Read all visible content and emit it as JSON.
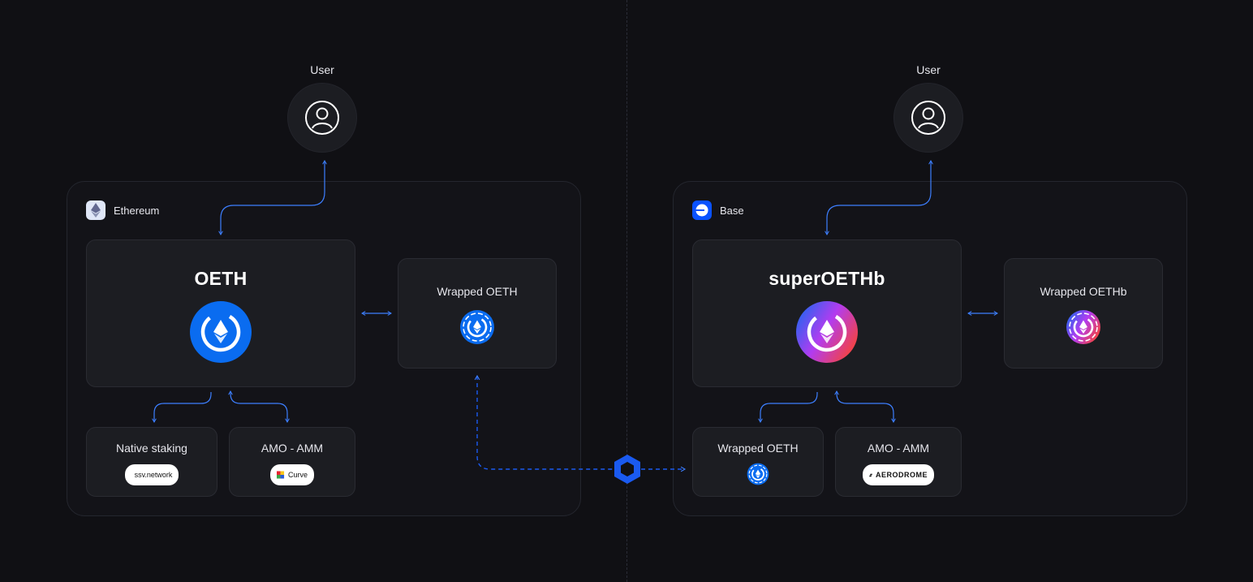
{
  "left": {
    "user_label": "User",
    "chain_label": "Ethereum",
    "main_card": {
      "title": "OETH"
    },
    "wrapped_card": {
      "title": "Wrapped OETH"
    },
    "strategies": [
      {
        "title": "Native staking",
        "badge": "ssv.network"
      },
      {
        "title": "AMO - AMM",
        "badge": "Curve"
      }
    ]
  },
  "right": {
    "user_label": "User",
    "chain_label": "Base",
    "main_card": {
      "title": "superOETHb"
    },
    "wrapped_card": {
      "title": "Wrapped OETHb"
    },
    "strategies": [
      {
        "title": "Wrapped OETH",
        "badge": ""
      },
      {
        "title": "AMO - AMM",
        "badge": "AERODROME"
      }
    ]
  },
  "colors": {
    "background": "#101014",
    "accent_blue": "#0074f0",
    "arrow_blue": "#3d7fff",
    "bridge_blue": "#1a5af0",
    "super_gradient": [
      "#0074f0",
      "#b03af0",
      "#f0424e"
    ]
  },
  "icons": {
    "user": "user-icon",
    "ethereum": "ethereum-icon",
    "base": "base-icon",
    "oeth": "oeth-token-icon",
    "woeth": "woeth-token-icon",
    "superoethb": "superoethb-token-icon",
    "woethb": "woethb-token-icon",
    "bridge": "chainlink-bridge-icon"
  }
}
